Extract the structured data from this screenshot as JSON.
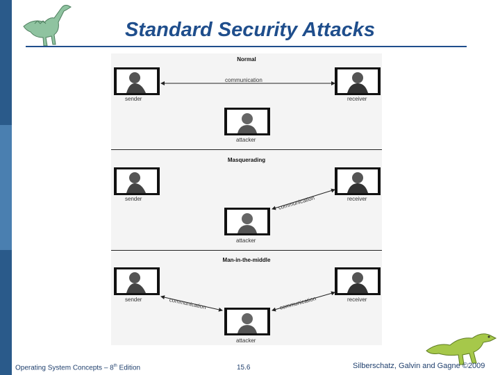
{
  "slide": {
    "title": "Standard Security Attacks",
    "footer_left_pre": "Operating System Concepts – 8",
    "footer_left_sup": "th",
    "footer_left_post": " Edition",
    "footer_page": "15.6",
    "footer_right": "Silberschatz, Galvin and Gagne ©2009"
  },
  "colors": {
    "accent": "#1f4e8c",
    "sidebar": "#2a5a8a",
    "sidebar_light": "#4a7fb0"
  },
  "figure": {
    "sections": [
      {
        "title": "Normal",
        "sender": "sender",
        "receiver": "receiver",
        "attacker": "attacker",
        "comm": "communication"
      },
      {
        "title": "Masquerading",
        "sender": "sender",
        "receiver": "receiver",
        "attacker": "attacker",
        "comm": "communication"
      },
      {
        "title": "Man-in-the-middle",
        "sender": "sender",
        "receiver": "receiver",
        "attacker": "attacker",
        "comm_left": "communication",
        "comm_right": "communication"
      }
    ]
  }
}
